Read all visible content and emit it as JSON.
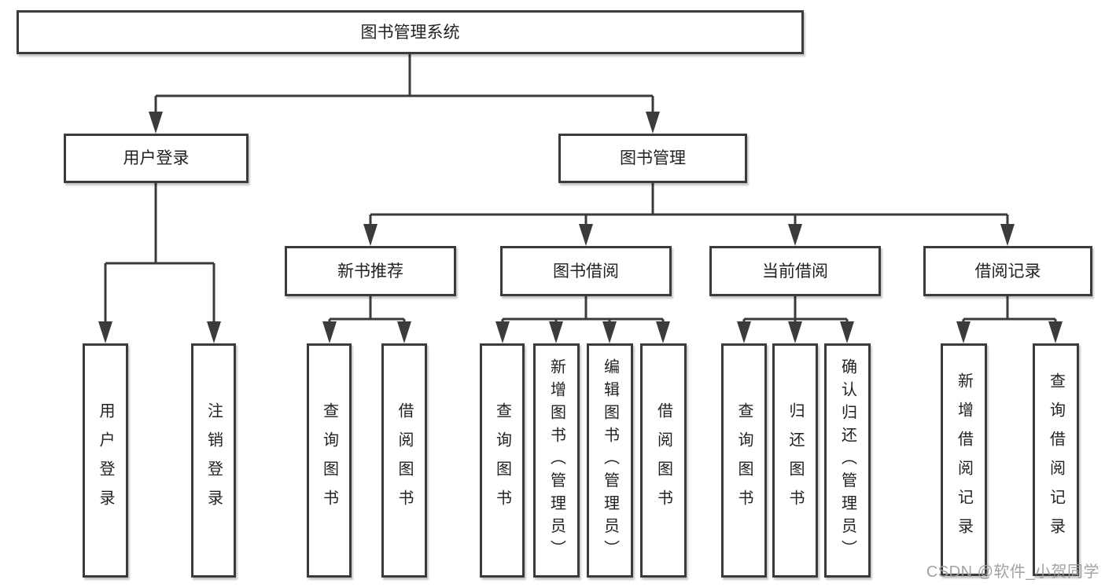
{
  "colors": {
    "line": "#3b3b3b",
    "text": "#222222",
    "watermark": "#9e9e9e",
    "background": "#ffffff"
  },
  "watermark": "CSDN @软件_小贺同学",
  "diagram": {
    "title": "图书管理系统",
    "branches": [
      {
        "label": "用户登录",
        "children": [
          "用户登录",
          "注销登录"
        ]
      },
      {
        "label": "图书管理",
        "groups": [
          {
            "label": "新书推荐",
            "children": [
              "查询图书",
              "借阅图书"
            ]
          },
          {
            "label": "图书借阅",
            "children": [
              "查询图书",
              "新增图书（管理员）",
              "编辑图书（管理员）",
              "借阅图书"
            ]
          },
          {
            "label": "当前借阅",
            "children": [
              "查询图书",
              "归还图书",
              "确认归还（管理员）"
            ]
          },
          {
            "label": "借阅记录",
            "children": [
              "新增借阅记录",
              "查询借阅记录"
            ]
          }
        ]
      }
    ]
  }
}
